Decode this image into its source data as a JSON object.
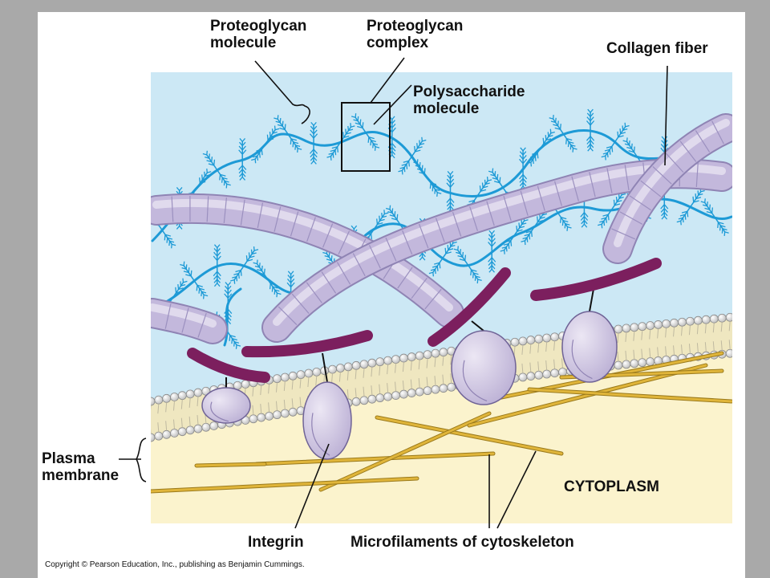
{
  "labels": {
    "proteoglycan_molecule": [
      "Proteoglycan",
      "molecule"
    ],
    "proteoglycan_complex": [
      "Proteoglycan",
      "complex"
    ],
    "polysaccharide_molecule": [
      "Polysaccharide",
      "molecule"
    ],
    "collagen_fiber": "Collagen fiber",
    "plasma_membrane": [
      "Plasma",
      "membrane"
    ],
    "cytoplasm": "CYTOPLASM",
    "integrin": "Integrin",
    "microfilaments": "Microfilaments of cytoskeleton"
  },
  "copyright": "Copyright © Pearson Education, Inc., publishing as Benjamin Cummings.",
  "colors": {
    "page_border": "#a9a9a9",
    "extracellular": "#cce8f5",
    "cytoplasm": "#fbf3cd",
    "proteoglycan": "#1d9ad6",
    "collagen": "#c3b8dc",
    "fibronectin": "#7c1f5e",
    "integrin": "#d6cde6",
    "microfilament": "#e0b53a",
    "lipid_head": "#e8e8e8",
    "label_text": "#111111"
  }
}
